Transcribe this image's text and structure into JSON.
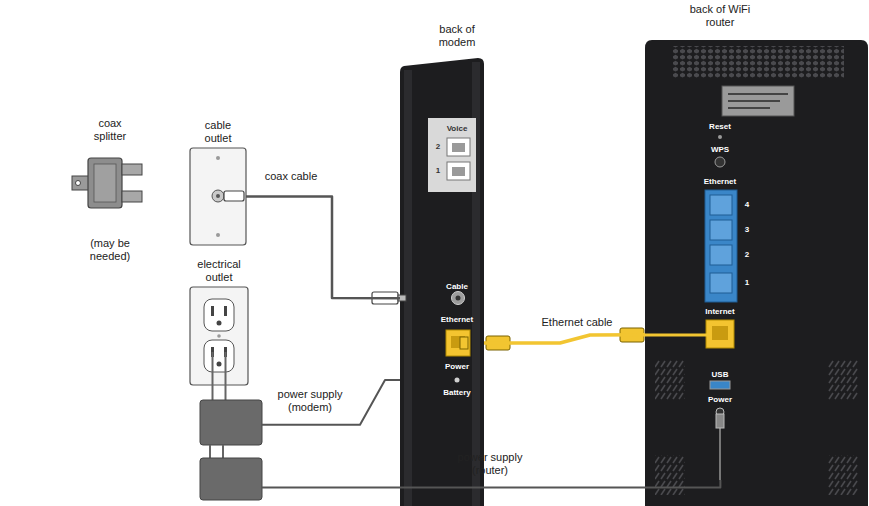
{
  "diagram": {
    "nodes": [
      {
        "text": [
          "coax splitter",
          "(may be needed)"
        ]
      },
      {
        "text": [
          "cable outlet"
        ]
      },
      {
        "text": [
          "electrical outlet"
        ]
      },
      {
        "text": [
          "back of modem",
          "Voice",
          "2",
          "1",
          "Cable",
          "Ethernet",
          "Power",
          "Battery"
        ]
      },
      {
        "text": [
          "back of WiFi router",
          "Reset",
          "WPS",
          "Ethernet",
          "4",
          "3",
          "2",
          "1",
          "Internet",
          "USB",
          "Power"
        ]
      },
      {
        "text": [
          "power supply (modem)"
        ]
      },
      {
        "text": [
          "power supply (router)"
        ]
      }
    ],
    "edges": [
      {
        "from": 1,
        "to": 3,
        "label": "coax cable",
        "arrow": "none"
      },
      {
        "from": 3,
        "to": 4,
        "label": "Ethernet cable",
        "arrow": "none"
      },
      {
        "from": 5,
        "to": 3,
        "arrow": "none"
      },
      {
        "from": 6,
        "to": 4,
        "arrow": "none"
      }
    ]
  }
}
